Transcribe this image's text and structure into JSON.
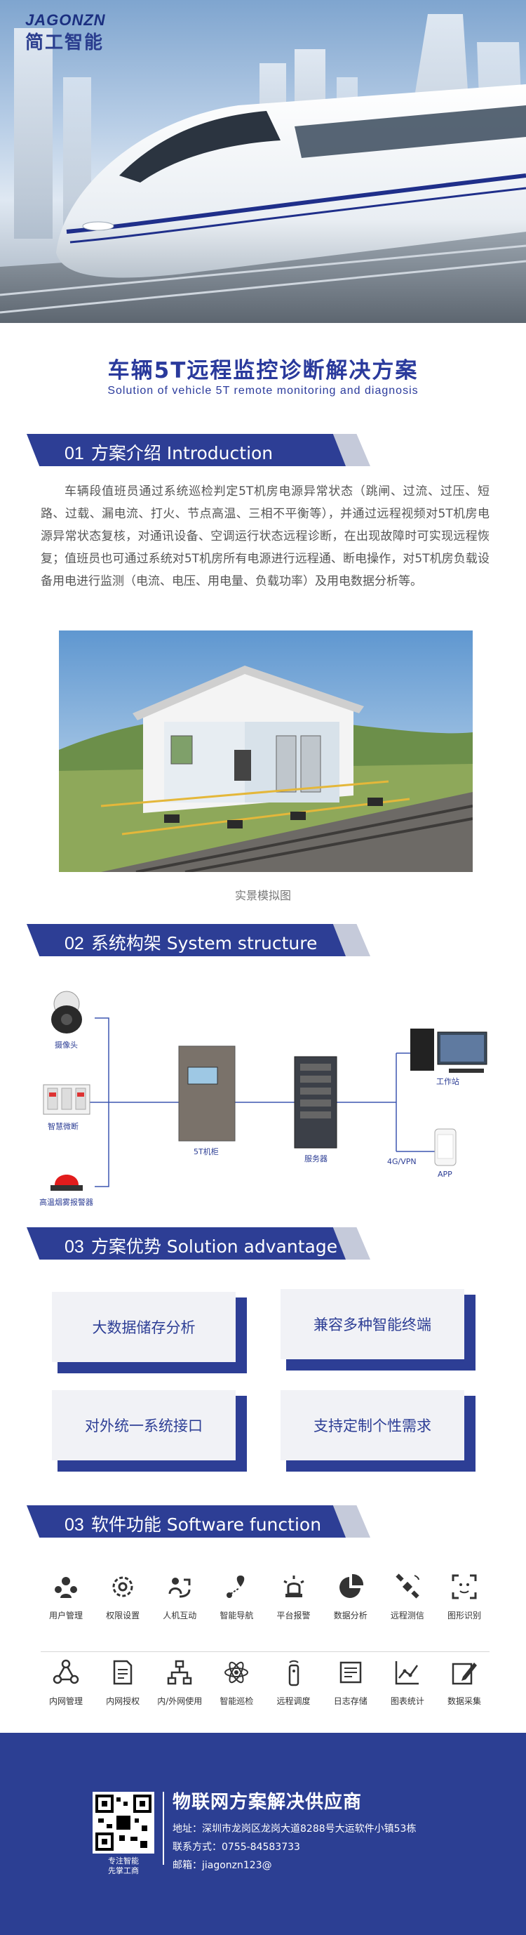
{
  "brand": {
    "logo_en": "JAGONZN",
    "logo_cn": "简工智能"
  },
  "title": {
    "main": "车辆5T远程监控诊断解决方案",
    "subtitle": "Solution of vehicle 5T remote monitoring and diagnosis"
  },
  "sections": {
    "s1": {
      "num": "01",
      "label": "方案介绍 Introduction"
    },
    "s2": {
      "num": "02",
      "label": "系统构架 System structure"
    },
    "s3": {
      "num": "03",
      "label": "方案优势 Solution advantage"
    },
    "s4": {
      "num": "03",
      "label": "软件功能 Software function"
    }
  },
  "intro": {
    "text": "车辆段值班员通过系统巡检判定5T机房电源异常状态（跳闸、过流、过压、短路、过载、漏电流、打火、节点高温、三相不平衡等），并通过远程视频对5T机房电源异常状态复核，对通讯设备、空调运行状态远程诊断，在出现故障时可实现远程恢复；值班员也可通过系统对5T机房所有电源进行远程通、断电操作，对5T机房负载设备用电进行监测（电流、电压、用电量、负载功率）及用电数据分析等。",
    "caption": "实景模拟图"
  },
  "structure": {
    "camera": "摄像头",
    "breaker": "智慧微断",
    "alarm": "高温烟雾报警器",
    "cabinet": "5T机柜",
    "server": "服务器",
    "network": "4G/VPN",
    "workstation": "工作站",
    "app": "APP"
  },
  "advantages": [
    "大数据储存分析",
    "兼容多种智能终端",
    "对外统一系统接口",
    "支持定制个性需求"
  ],
  "software": {
    "row1": [
      {
        "label": "用户管理",
        "icon": "users-icon"
      },
      {
        "label": "权限设置",
        "icon": "gear-icon"
      },
      {
        "label": "人机互动",
        "icon": "interaction-icon"
      },
      {
        "label": "智能导航",
        "icon": "navigation-icon"
      },
      {
        "label": "平台报警",
        "icon": "alarm-icon"
      },
      {
        "label": "数据分析",
        "icon": "pie-chart-icon"
      },
      {
        "label": "远程测信",
        "icon": "satellite-icon"
      },
      {
        "label": "图形识别",
        "icon": "face-scan-icon"
      }
    ],
    "row2": [
      {
        "label": "内网管理",
        "icon": "network-icon"
      },
      {
        "label": "内网授权",
        "icon": "document-icon"
      },
      {
        "label": "内/外网使用",
        "icon": "hierarchy-icon"
      },
      {
        "label": "智能巡检",
        "icon": "atom-icon"
      },
      {
        "label": "远程调度",
        "icon": "remote-icon"
      },
      {
        "label": "日志存储",
        "icon": "log-icon"
      },
      {
        "label": "图表统计",
        "icon": "chart-icon"
      },
      {
        "label": "数据采集",
        "icon": "edit-icon"
      }
    ]
  },
  "footer": {
    "title": "物联网方案解决供应商",
    "address": "地址：深圳市龙岗区龙岗大道8288号大运软件小镇53栋",
    "phone": "联系方式：0755-84583733",
    "email": "邮箱：jiagonzn123@",
    "qr_caption_1": "专注智能",
    "qr_caption_2": "先掌工商"
  },
  "colors": {
    "brand_blue": "#2d3e95",
    "footer_blue": "#2c3f93",
    "card_bg": "#f1f2f6"
  }
}
